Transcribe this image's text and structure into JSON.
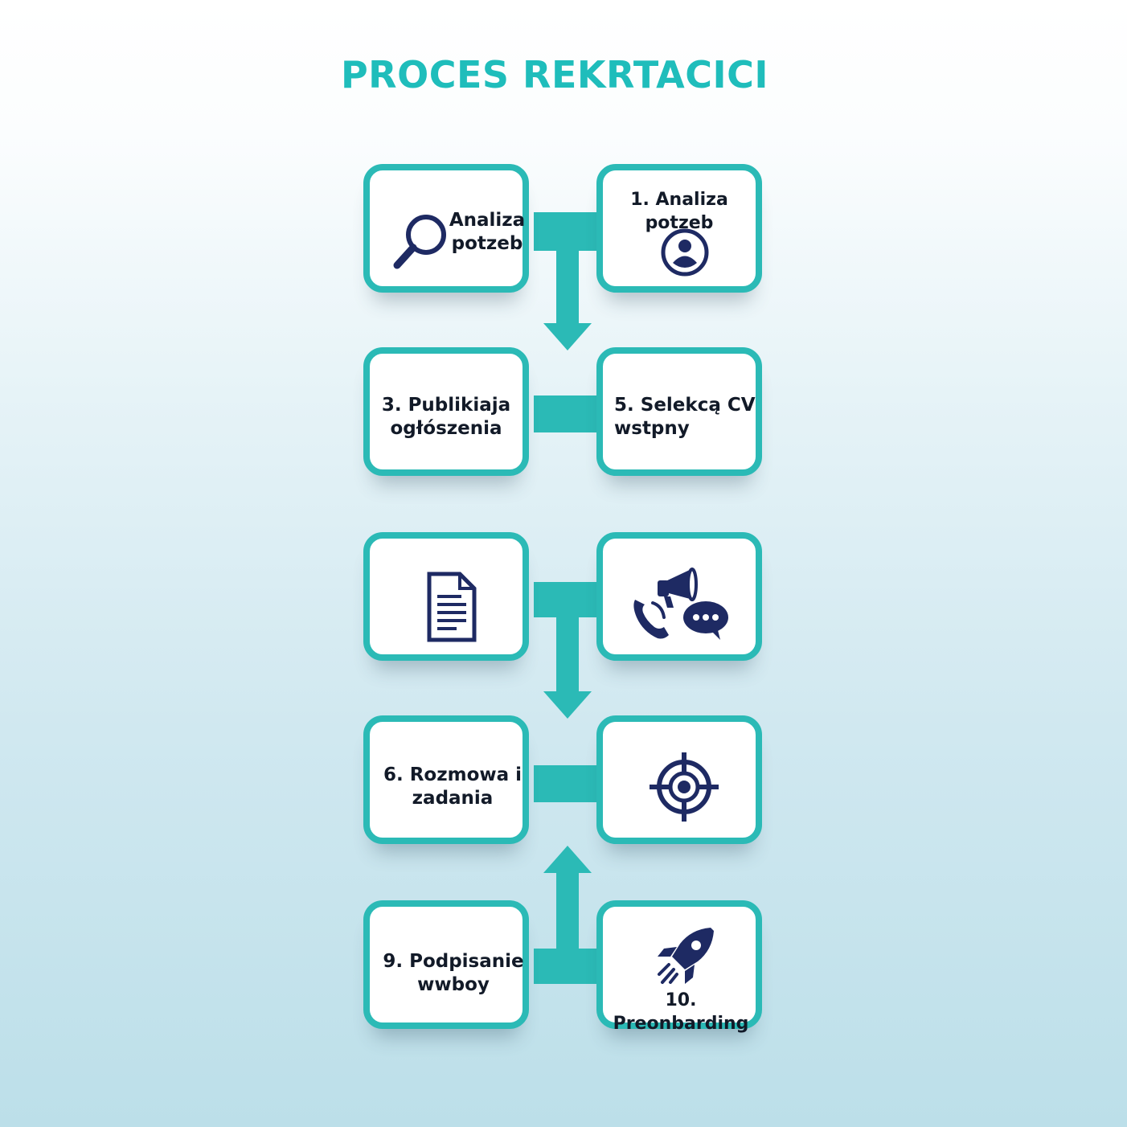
{
  "title": "PROCES REKRTACICI",
  "colors": {
    "accent": "#2bbab6",
    "title": "#1fbdbb",
    "icon": "#1e2a63",
    "text": "#121a28"
  },
  "cards": [
    {
      "id": "r1-left",
      "label": "Analiza\npotzeb",
      "icon": "magnifier-icon"
    },
    {
      "id": "r1-right",
      "label": "1. Analiza potzeb",
      "icon": "user-circle-icon"
    },
    {
      "id": "r2-left",
      "label": "3. Publikiaja\nogłószenia",
      "icon": ""
    },
    {
      "id": "r2-right",
      "label": "5. Selekcą CV\nwstpny",
      "icon": ""
    },
    {
      "id": "r3-left",
      "label": "",
      "icon": "document-icon"
    },
    {
      "id": "r3-right",
      "label": "",
      "icon": "phone-megaphone-chat-icon"
    },
    {
      "id": "r4-left",
      "label": "6. Rozmowa i\nzadania",
      "icon": ""
    },
    {
      "id": "r4-right",
      "label": "",
      "icon": "target-icon"
    },
    {
      "id": "r5-left",
      "label": "9. Podpisanie\nwwboy",
      "icon": ""
    },
    {
      "id": "r5-right",
      "label": "10. Preonbarding",
      "icon": "rocket-icon"
    }
  ],
  "arrows": [
    {
      "from": "row-1",
      "to": "row-2",
      "direction": "down"
    },
    {
      "from": "row-3",
      "to": "row-4",
      "direction": "down"
    },
    {
      "from": "row-5",
      "to": "row-4",
      "direction": "up"
    }
  ]
}
